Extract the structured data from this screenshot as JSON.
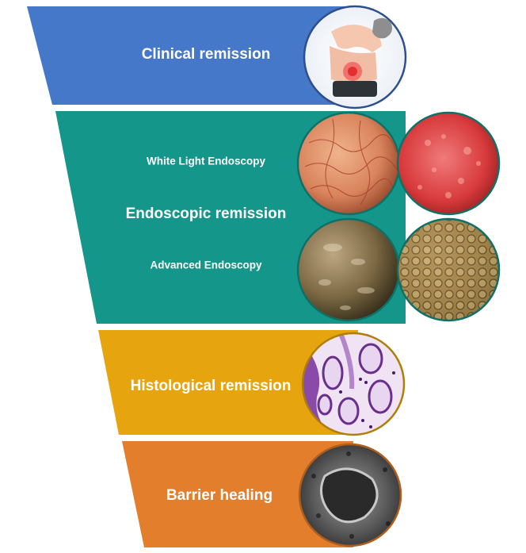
{
  "title": "",
  "stages": [
    {
      "id": "clinical",
      "label": "Clinical remission",
      "color": "#4578c9",
      "border": "#2d4f8a",
      "images": [
        {
          "name": "abdominal-pain-illustration-image",
          "kind": "patient"
        }
      ]
    },
    {
      "id": "endoscopic",
      "label": "Endoscopic remission",
      "color": "#14968a",
      "border": "#0e7066",
      "sublabels": [
        "White Light Endoscopy",
        "Advanced Endoscopy"
      ],
      "images": [
        {
          "name": "white-light-endoscopy-image-1",
          "kind": "mucosa-pink"
        },
        {
          "name": "white-light-endoscopy-image-2",
          "kind": "mucosa-red"
        },
        {
          "name": "advanced-endoscopy-image-1",
          "kind": "mucosa-green"
        },
        {
          "name": "advanced-endoscopy-image-2",
          "kind": "mucosa-pattern"
        }
      ]
    },
    {
      "id": "histological",
      "label": "Histological remission",
      "color": "#e6a50f",
      "border": "#b07d08",
      "images": [
        {
          "name": "histology-image",
          "kind": "histology"
        }
      ]
    },
    {
      "id": "barrier",
      "label": "Barrier healing",
      "color": "#e37f2c",
      "border": "#b05e1c",
      "images": [
        {
          "name": "confocal-endomicroscopy-image",
          "kind": "grayscale"
        }
      ]
    }
  ]
}
